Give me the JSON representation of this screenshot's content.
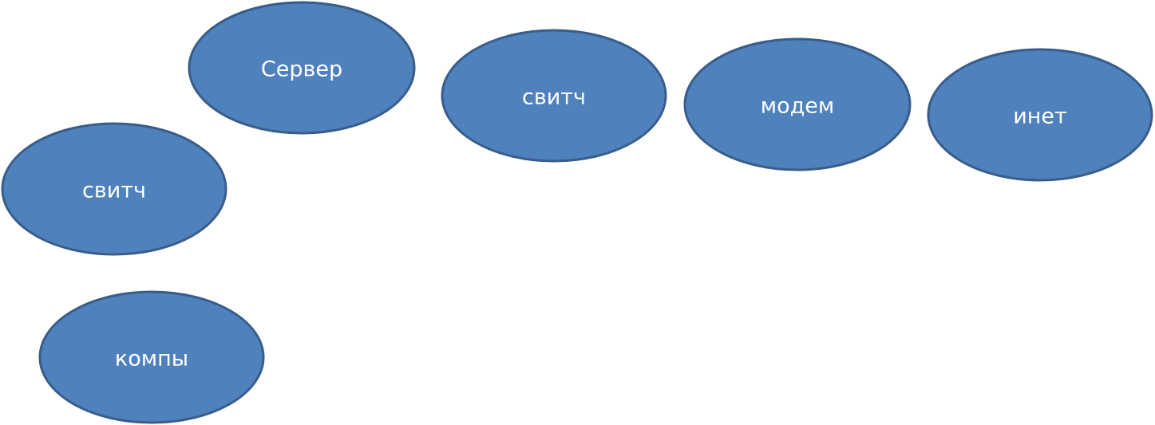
{
  "diagram": {
    "nodes": [
      {
        "id": "server",
        "label": "Сервер"
      },
      {
        "id": "switch-top",
        "label": "свитч"
      },
      {
        "id": "modem",
        "label": "модем"
      },
      {
        "id": "internet",
        "label": "инет"
      },
      {
        "id": "switch-left",
        "label": "свитч"
      },
      {
        "id": "computers",
        "label": "компы"
      }
    ],
    "colors": {
      "fill": "#4F81BD",
      "stroke": "#385D8A",
      "text": "#FFFFFF"
    }
  }
}
